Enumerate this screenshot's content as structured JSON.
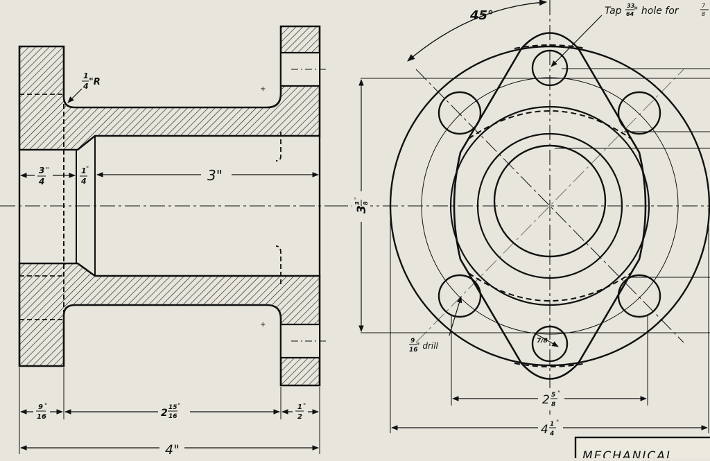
{
  "drawing": {
    "paper_color": "#e7e5dc",
    "ink_color": "#111111",
    "hatch_color": "#222222",
    "side_view": {
      "radius_note": {
        "num": "1",
        "den": "4",
        "unit": "\"R"
      },
      "dim_bore_depth": {
        "num": "3",
        "den": "4",
        "unit": "\""
      },
      "dim_chamfer": {
        "num": "1",
        "den": "4",
        "unit": "\""
      },
      "dim_bore_length": "3\"",
      "dim_bottom_left": {
        "num": "9",
        "den": "16",
        "unit": "\""
      },
      "dim_bottom_mid": {
        "whole": "2",
        "num": "15",
        "den": "16",
        "unit": "\""
      },
      "dim_bottom_right": {
        "num": "1",
        "den": "2",
        "unit": "\""
      },
      "dim_overall": "4\""
    },
    "front_view": {
      "angle": "45°",
      "tap_note": {
        "pre": "Tap",
        "num": "33",
        "den": "64",
        "post": "\" hole for",
        "tail_num": "7",
        "tail_den": "8"
      },
      "dim_height": {
        "whole": "3",
        "num": "3",
        "den": "8",
        "unit": "\""
      },
      "drill_note": {
        "num": "9",
        "den": "16",
        "post": "\" drill"
      },
      "small_radius": "7/8",
      "dim_bolt_span": {
        "whole": "2",
        "num": "5",
        "den": "8",
        "unit": "\""
      },
      "dim_flange_dia": {
        "whole": "4",
        "num": "1",
        "den": "4",
        "unit": "\""
      }
    },
    "title_block": {
      "text": "MECHANICAL"
    }
  }
}
